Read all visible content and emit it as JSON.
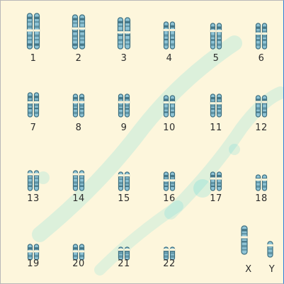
{
  "karyotype": {
    "background": "#fdf6dc",
    "chromosome_color": "#3d6f80",
    "watermark_color": "#00c7d8",
    "chromosomes": [
      {
        "label": "1"
      },
      {
        "label": "2"
      },
      {
        "label": "3"
      },
      {
        "label": "4"
      },
      {
        "label": "5"
      },
      {
        "label": "6"
      },
      {
        "label": "7"
      },
      {
        "label": "8"
      },
      {
        "label": "9"
      },
      {
        "label": "10"
      },
      {
        "label": "11"
      },
      {
        "label": "12"
      },
      {
        "label": "13"
      },
      {
        "label": "14"
      },
      {
        "label": "15"
      },
      {
        "label": "16"
      },
      {
        "label": "17"
      },
      {
        "label": "18"
      },
      {
        "label": "19"
      },
      {
        "label": "20"
      },
      {
        "label": "21"
      },
      {
        "label": "22"
      },
      {
        "label": "X"
      },
      {
        "label": "Y"
      }
    ]
  }
}
